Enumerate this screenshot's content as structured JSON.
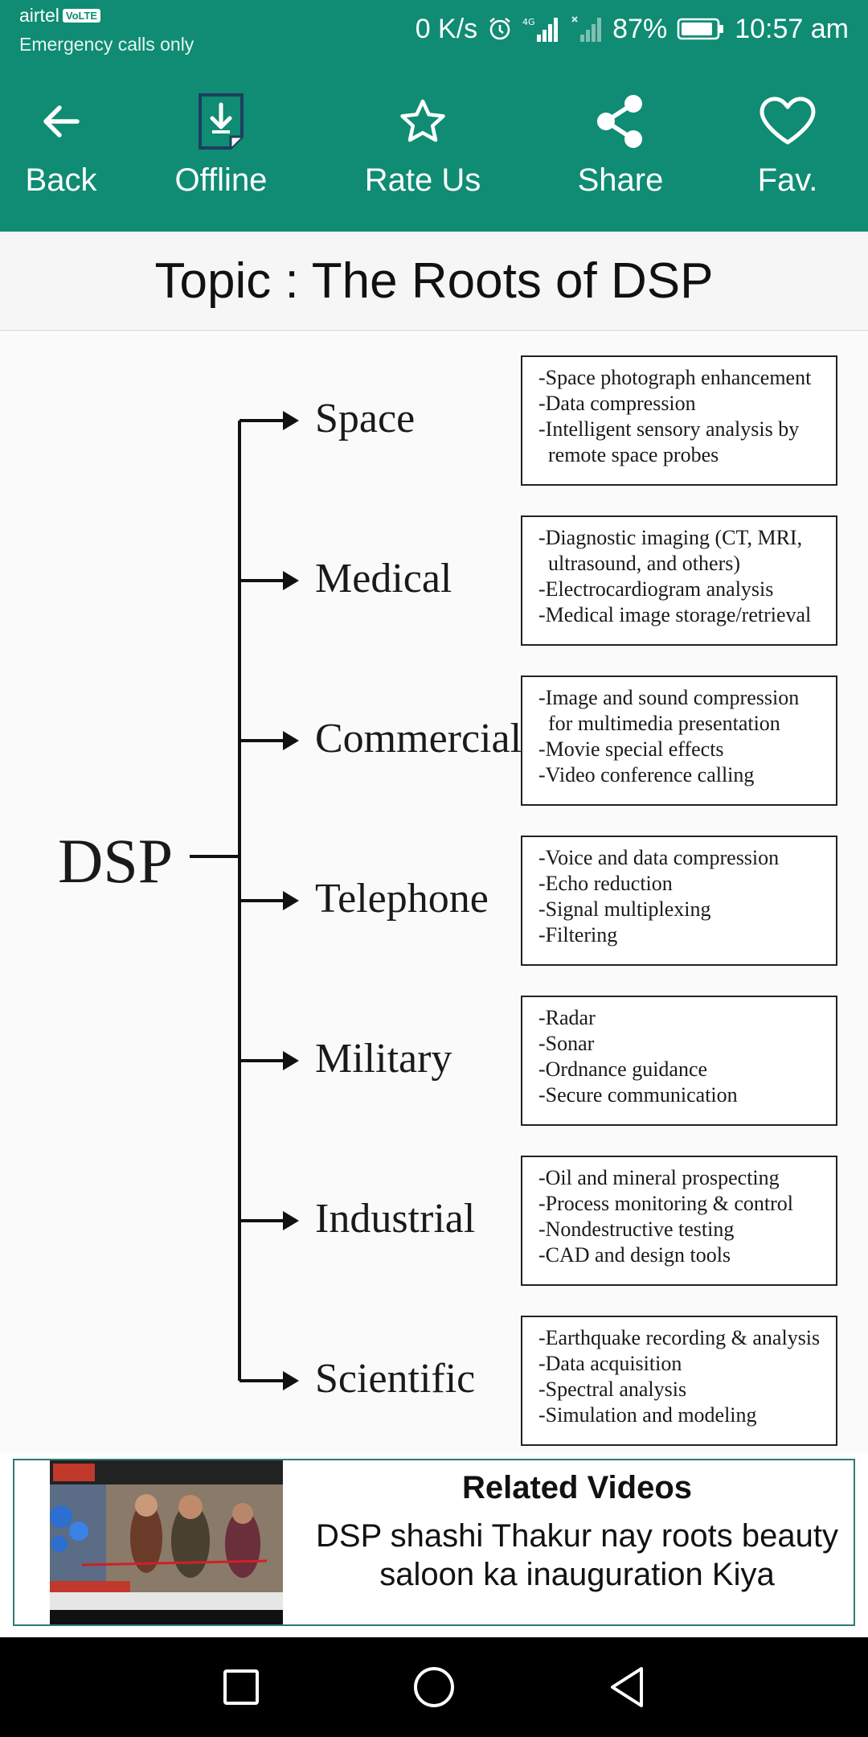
{
  "status_bar": {
    "carrier": "airtel",
    "volte": "VoLTE",
    "emergency": "Emergency calls only",
    "net_speed": "0 K/s",
    "network_type": "4G",
    "battery": "87%",
    "time": "10:57 am"
  },
  "toolbar": {
    "back": "Back",
    "offline": "Offline",
    "rate": "Rate Us",
    "share": "Share",
    "fav": "Fav."
  },
  "topic": {
    "title": "Topic : The Roots of DSP"
  },
  "diagram": {
    "root": "DSP",
    "categories": [
      {
        "name": "Space",
        "apps": [
          "-Space photograph enhancement",
          "-Data compression",
          "-Intelligent sensory analysis by",
          "  remote space probes"
        ]
      },
      {
        "name": "Medical",
        "apps": [
          "-Diagnostic imaging  (CT, MRI,",
          "  ultrasound, and others)",
          "-Electrocardiogram analysis",
          "-Medical image storage/retrieval"
        ]
      },
      {
        "name": "Commercial",
        "apps": [
          "-Image and sound compression",
          "  for multimedia presentation",
          "-Movie special effects",
          "-Video conference calling"
        ]
      },
      {
        "name": "Telephone",
        "apps": [
          "-Voice and data compression",
          "-Echo reduction",
          "-Signal multiplexing",
          "-Filtering"
        ]
      },
      {
        "name": "Military",
        "apps": [
          "-Radar",
          "-Sonar",
          "-Ordnance guidance",
          "-Secure communication"
        ]
      },
      {
        "name": "Industrial",
        "apps": [
          "-Oil and mineral prospecting",
          "-Process monitoring & control",
          "-Nondestructive testing",
          "-CAD and design tools"
        ]
      },
      {
        "name": "Scientific",
        "apps": [
          "-Earthquake recording & analysis",
          "-Data acquisition",
          "-Spectral analysis",
          "-Simulation and modeling"
        ]
      }
    ]
  },
  "related": {
    "heading": "Related Videos",
    "video_title": "DSP shashi Thakur nay roots beauty saloon ka inauguration Kiya"
  },
  "colors": {
    "primary": "#0f8c73",
    "nav_bar": "#000000",
    "related_border": "#2f7a72"
  }
}
